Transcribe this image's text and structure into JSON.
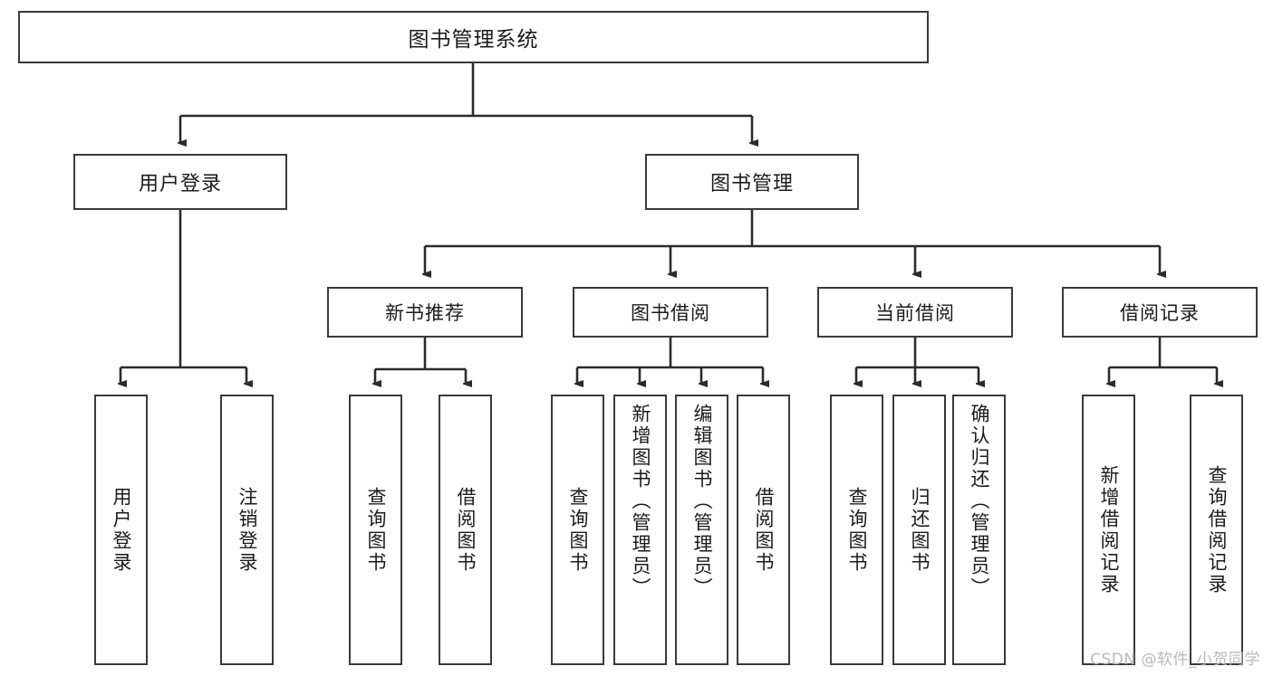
{
  "diagram": {
    "type": "tree",
    "title": "图书管理系统",
    "watermark": "CSDN @软件_小贺同学",
    "colors": {
      "box_border": "#3a3a3a",
      "box_fill": "#ffffff",
      "connector": "#2b2b2b",
      "text": "#1b1b1b",
      "watermark": "#b9b9b9",
      "background": "#ffffff"
    },
    "levels": {
      "root": "图书管理系统",
      "level2": [
        "用户登录",
        "图书管理"
      ],
      "level3": [
        "新书推荐",
        "图书借阅",
        "当前借阅",
        "借阅记录"
      ]
    },
    "nodes": {
      "root": {
        "label": "图书管理系统"
      },
      "user_login": {
        "label": "用户登录"
      },
      "book_manage": {
        "label": "图书管理"
      },
      "new_book_rec": {
        "label": "新书推荐"
      },
      "book_borrow": {
        "label": "图书借阅"
      },
      "current_borrow": {
        "label": "当前借阅"
      },
      "borrow_record": {
        "label": "借阅记录"
      }
    },
    "leaves": {
      "user_login": [
        {
          "label": "用户登录"
        },
        {
          "label": "注销登录"
        }
      ],
      "new_book_rec": [
        {
          "label": "查询图书"
        },
        {
          "label": "借阅图书"
        }
      ],
      "book_borrow": [
        {
          "label": "查询图书"
        },
        {
          "label": "新增图书（管理员）"
        },
        {
          "label": "编辑图书（管理员）"
        },
        {
          "label": "借阅图书"
        }
      ],
      "current_borrow": [
        {
          "label": "查询图书"
        },
        {
          "label": "归还图书"
        },
        {
          "label": "确认归还（管理员）"
        }
      ],
      "borrow_record": [
        {
          "label": "新增借阅记录"
        },
        {
          "label": "查询借阅记录"
        }
      ]
    }
  }
}
